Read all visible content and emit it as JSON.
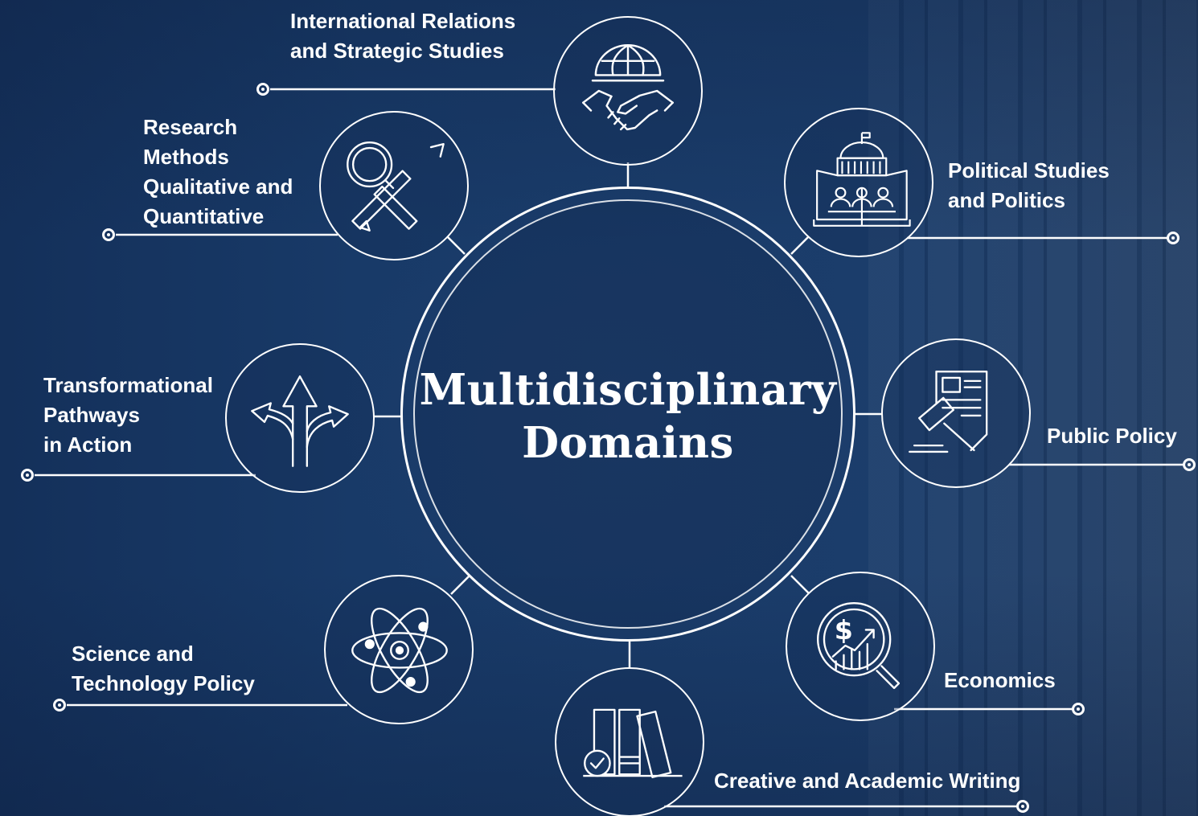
{
  "title": {
    "line1": "Multidisciplinary",
    "line2": "Domains"
  },
  "domains": [
    {
      "label": "International Relations\nand Strategic Studies",
      "icon": "handshake-globe-icon"
    },
    {
      "label": "Political Studies\nand Politics",
      "icon": "parliament-building-icon"
    },
    {
      "label": "Public Policy",
      "icon": "gavel-document-icon"
    },
    {
      "label": "Economics",
      "icon": "dollar-growth-magnifier-icon"
    },
    {
      "label": "Creative and Academic Writing",
      "icon": "books-checkmark-icon"
    },
    {
      "label": "Science and\nTechnology Policy",
      "icon": "atom-icon"
    },
    {
      "label": "Transformational\nPathways\nin Action",
      "icon": "diverging-arrows-icon"
    },
    {
      "label": "Research\nMethods\nQualitative and\nQuantitative",
      "icon": "magnifier-pencil-icon"
    }
  ],
  "colors": {
    "background": "#183a68",
    "foreground": "#ffffff"
  }
}
